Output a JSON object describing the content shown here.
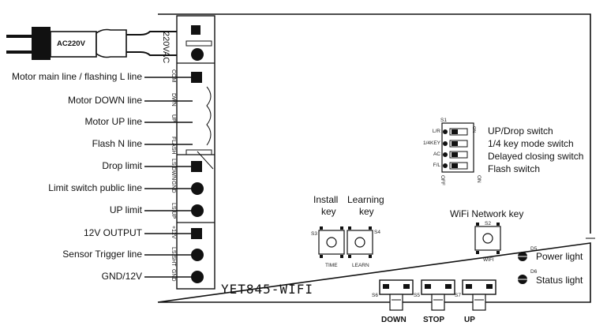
{
  "plug": {
    "label": "AC220V"
  },
  "terminal": {
    "power_label": "220VAC",
    "pins": [
      "COM",
      "DWN",
      "UP",
      "FLASH",
      "LS.DWN",
      "GND",
      "LS.UP",
      "+12V",
      "LS.SHT",
      "GND"
    ]
  },
  "wires": [
    "Motor main line / flashing L line",
    "Motor DOWN line",
    "Motor UP line",
    "Flash N line",
    "Drop limit",
    "Limit switch public line",
    "UP limit",
    "12V OUTPUT",
    "Sensor Trigger line",
    "GND/12V"
  ],
  "dip": {
    "ref": "S1",
    "rows": [
      "L/R",
      "1/4KEY",
      "AC",
      "F/L"
    ],
    "on": "ON",
    "off": "OFF",
    "labels": [
      "UP/Drop switch",
      "1/4 key mode switch",
      "Delayed closing switch",
      "Flash switch"
    ]
  },
  "keys": {
    "install": {
      "label_line1": "Install",
      "label_line2": "key",
      "ref": "S3",
      "pcb": "TIME"
    },
    "learning": {
      "label_line1": "Learning",
      "label_line2": "key",
      "ref": "S4",
      "pcb": "LEARN"
    },
    "wifi": {
      "label": "WiFi Network key",
      "ref": "S2",
      "pcb": "WIFI"
    }
  },
  "leds": [
    {
      "ref": "D5",
      "label": "Power light"
    },
    {
      "ref": "D6",
      "label": "Status light"
    }
  ],
  "model": "YET845-WIFI",
  "bottom_buttons": [
    {
      "ref": "S6",
      "label": "DOWN"
    },
    {
      "ref": "S5",
      "label": "STOP"
    },
    {
      "ref": "S7",
      "label": "UP"
    }
  ]
}
